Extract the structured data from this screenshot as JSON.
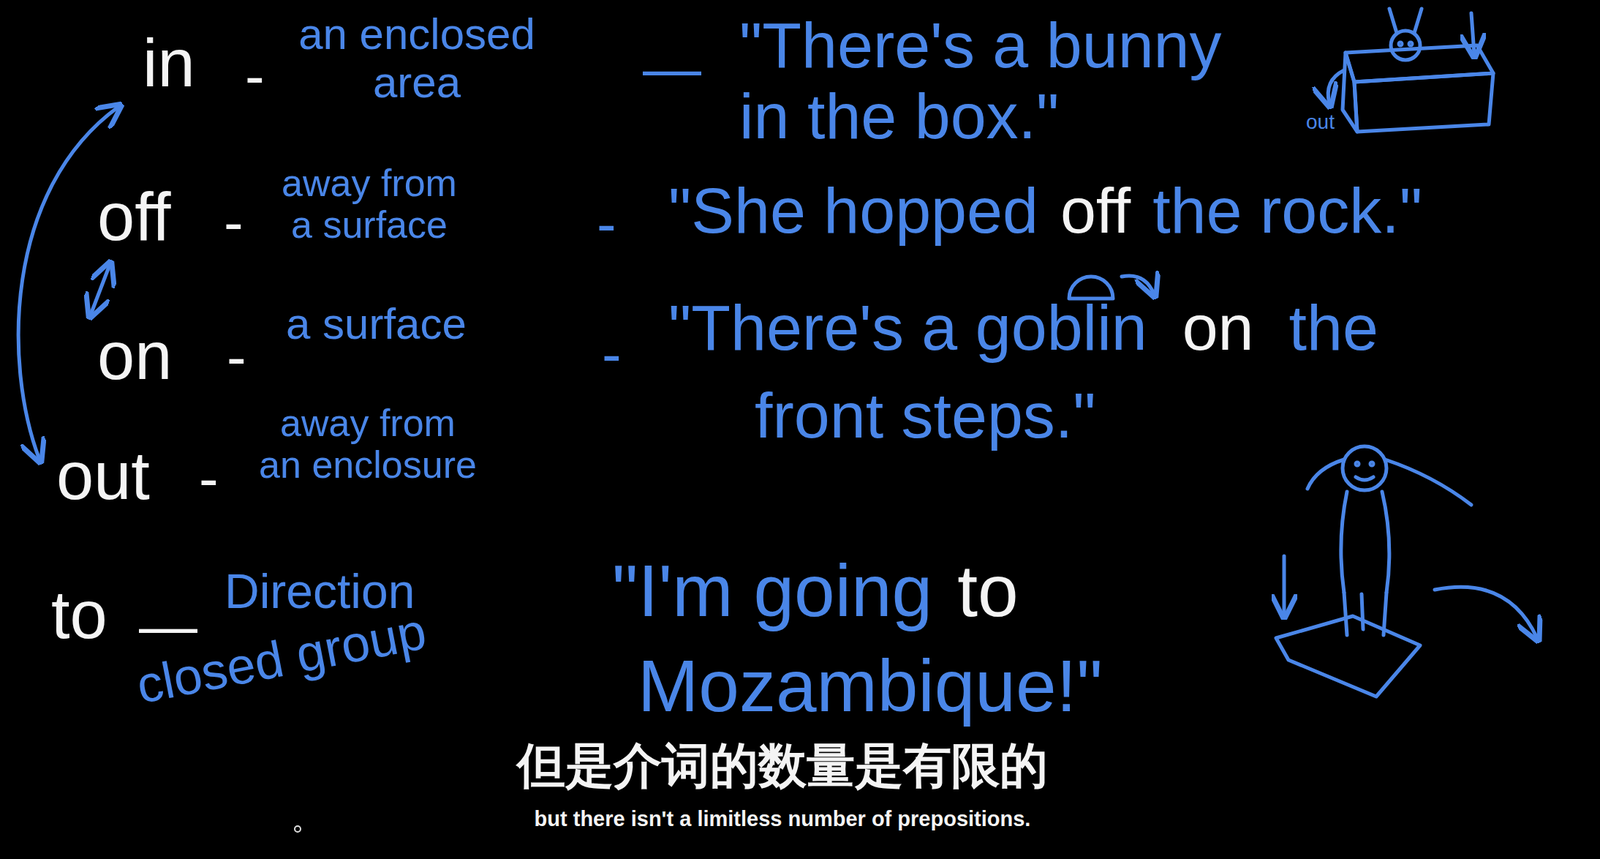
{
  "diagram": {
    "labels": [
      "in",
      "-",
      "an enclosed area",
      "—",
      "\"There's a bunny in the box.\"",
      "out",
      "off",
      "-",
      "away from a surface",
      "-",
      "\"She hopped",
      "off",
      "the rock.\"",
      "on",
      "-",
      "a surface",
      "-",
      "\"There's a goblin",
      "on",
      "the",
      "front steps.\"",
      "out",
      "-",
      "away from an enclosure",
      "to",
      "—",
      "Direction",
      "\"I'm going",
      "to",
      "Mozambique!\"",
      "closed group",
      "但是介词的数量是有限的",
      "but there isn't a limitless number of prepositions."
    ]
  }
}
